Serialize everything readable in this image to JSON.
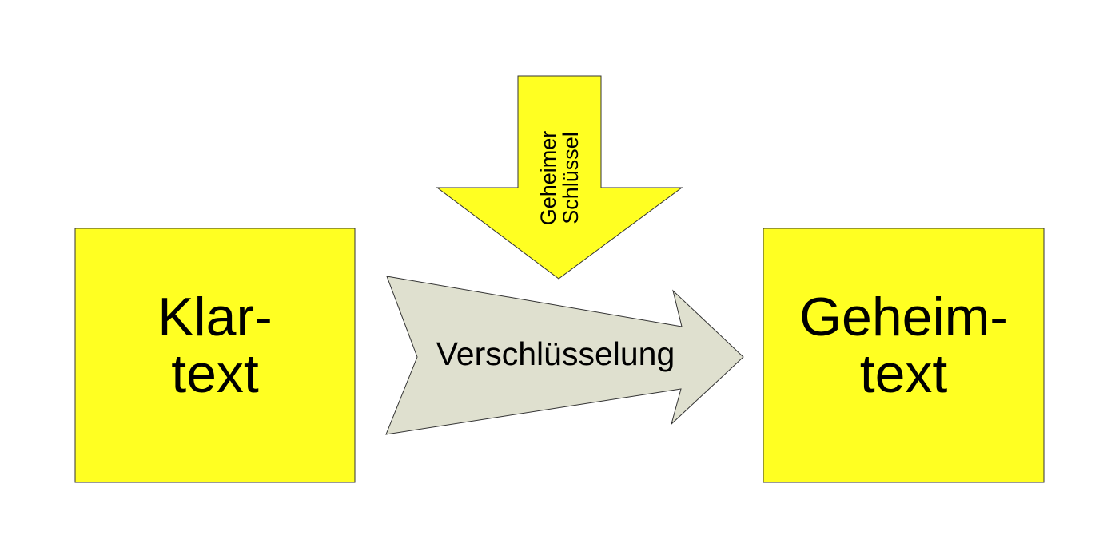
{
  "plaintext_box": {
    "line1": "Klar-",
    "line2": "text"
  },
  "ciphertext_box": {
    "line1": "Geheim-",
    "line2": "text"
  },
  "key_arrow": {
    "line1": "Geheimer",
    "line2": "Schlüssel"
  },
  "encryption_arrow": {
    "label": "Verschlüsselung"
  },
  "colors": {
    "box_fill": "#ffff22",
    "arrow_fill": "#dfe0cf",
    "stroke": "#333333"
  }
}
